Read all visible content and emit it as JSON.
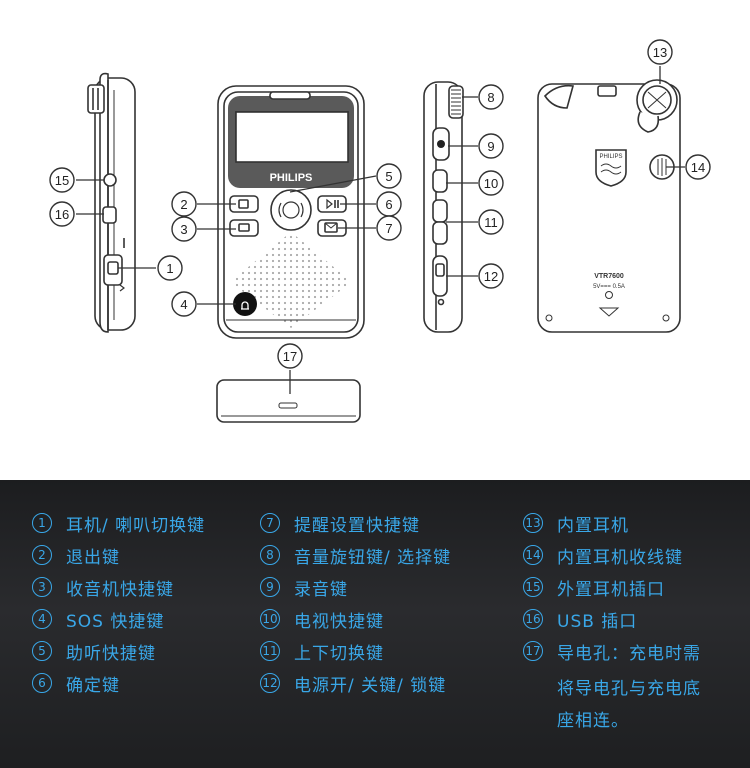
{
  "brand": "PHILIPS",
  "model_label": "VTR7600",
  "rating_label": "5V=== 0.5A",
  "callouts": [
    "1",
    "2",
    "3",
    "4",
    "5",
    "6",
    "7",
    "8",
    "9",
    "10",
    "11",
    "12",
    "13",
    "14",
    "15",
    "16",
    "17"
  ],
  "legend": [
    {
      "num": "1",
      "text": "耳机/ 喇叭切换键"
    },
    {
      "num": "2",
      "text": "退出键"
    },
    {
      "num": "3",
      "text": "收音机快捷键"
    },
    {
      "num": "4",
      "text": "SOS 快捷键"
    },
    {
      "num": "5",
      "text": "助听快捷键"
    },
    {
      "num": "6",
      "text": "确定键"
    },
    {
      "num": "7",
      "text": "提醒设置快捷键"
    },
    {
      "num": "8",
      "text": "音量旋钮键/ 选择键"
    },
    {
      "num": "9",
      "text": "录音键"
    },
    {
      "num": "10",
      "text": "电视快捷键"
    },
    {
      "num": "11",
      "text": "上下切换键"
    },
    {
      "num": "12",
      "text": "电源开/ 关键/ 锁键"
    },
    {
      "num": "13",
      "text": "内置耳机"
    },
    {
      "num": "14",
      "text": "内置耳机收线键"
    },
    {
      "num": "15",
      "text": "外置耳机插口"
    },
    {
      "num": "16",
      "text": "USB 插口"
    },
    {
      "num": "17",
      "text": "导电孔：充电时需",
      "continuation": [
        "将导电孔与充电底",
        "座相连。"
      ]
    }
  ],
  "colors": {
    "legend_text": "#39a7e8",
    "legend_bg": "#222326",
    "line": "#333333"
  }
}
